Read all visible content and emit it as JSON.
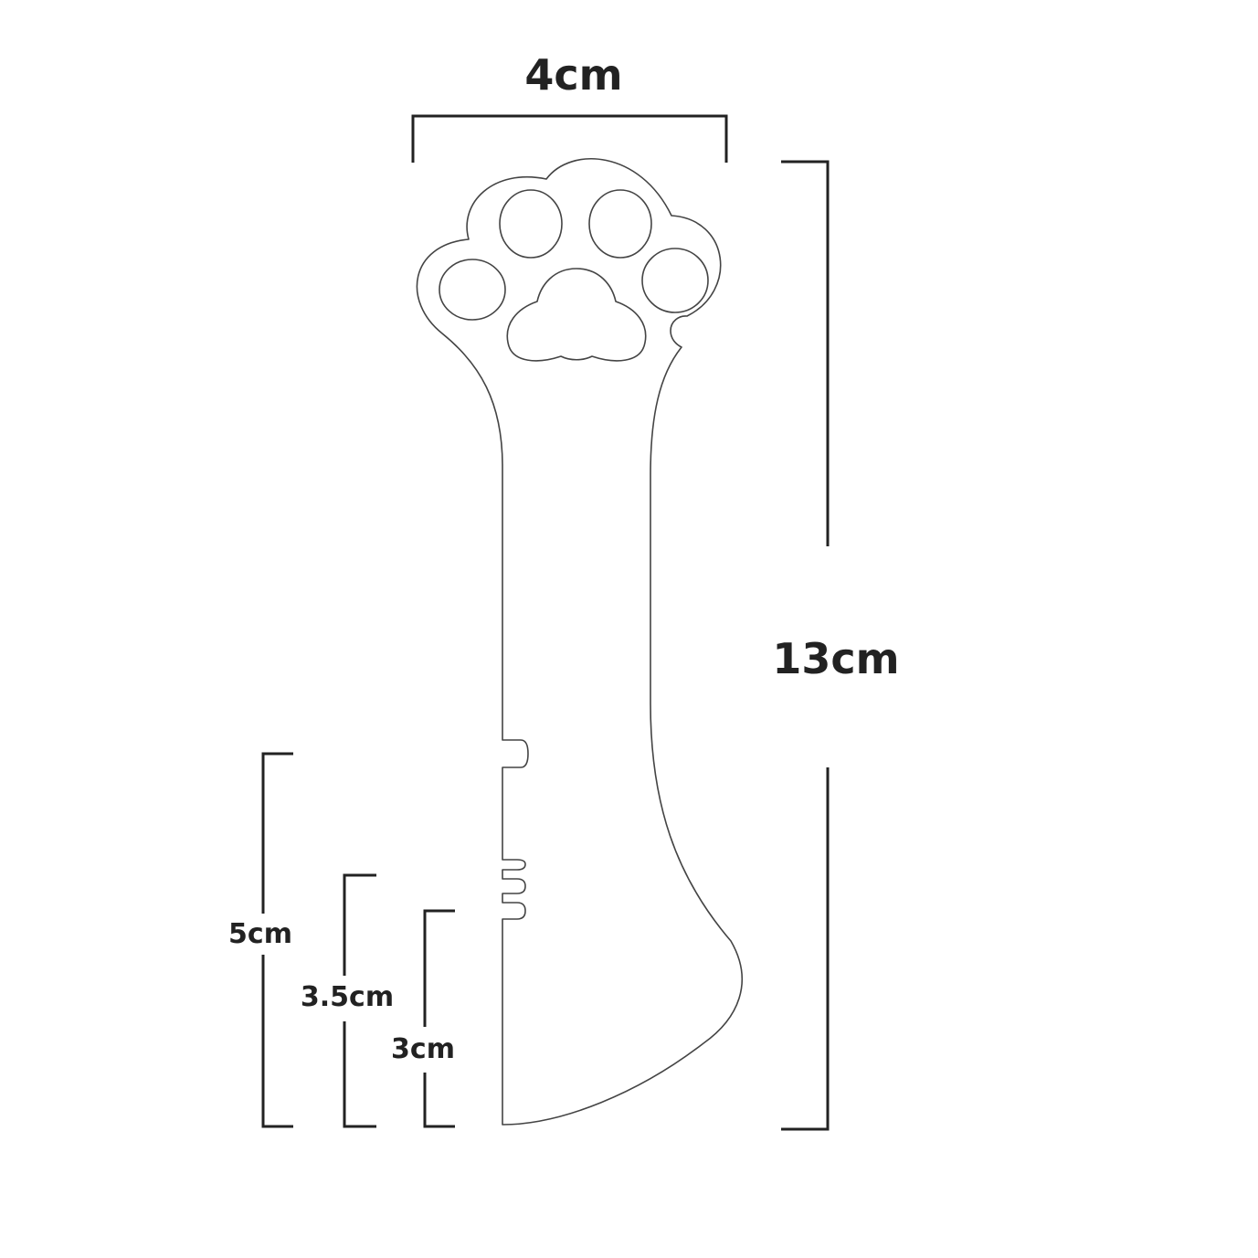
{
  "dimensions": {
    "width_top": "4cm",
    "height_total": "13cm",
    "left_5": "5cm",
    "left_3_5": "3.5cm",
    "left_3": "3cm"
  },
  "colors": {
    "line": "#222222",
    "outline": "#444444",
    "background": "#ffffff"
  }
}
